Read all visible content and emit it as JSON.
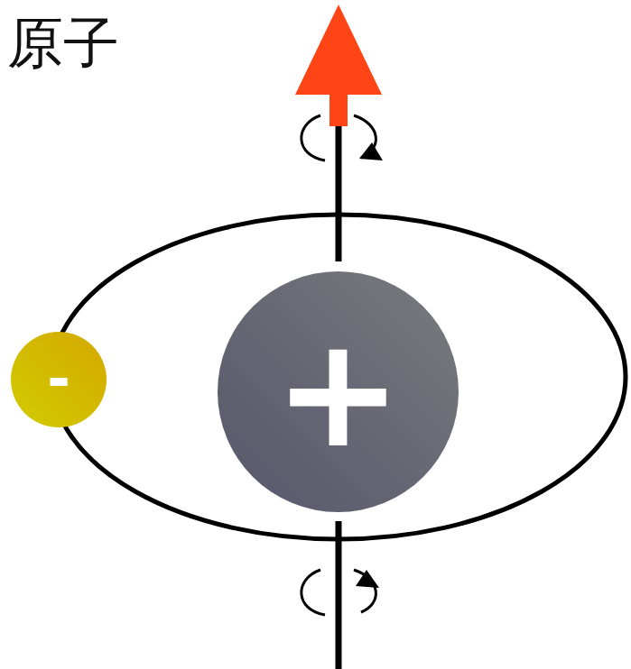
{
  "diagram": {
    "nodes": [
      {
        "text": [
          "-"
        ]
      },
      {
        "text": [
          "+"
        ]
      }
    ],
    "labels": [
      "原子"
    ]
  }
}
